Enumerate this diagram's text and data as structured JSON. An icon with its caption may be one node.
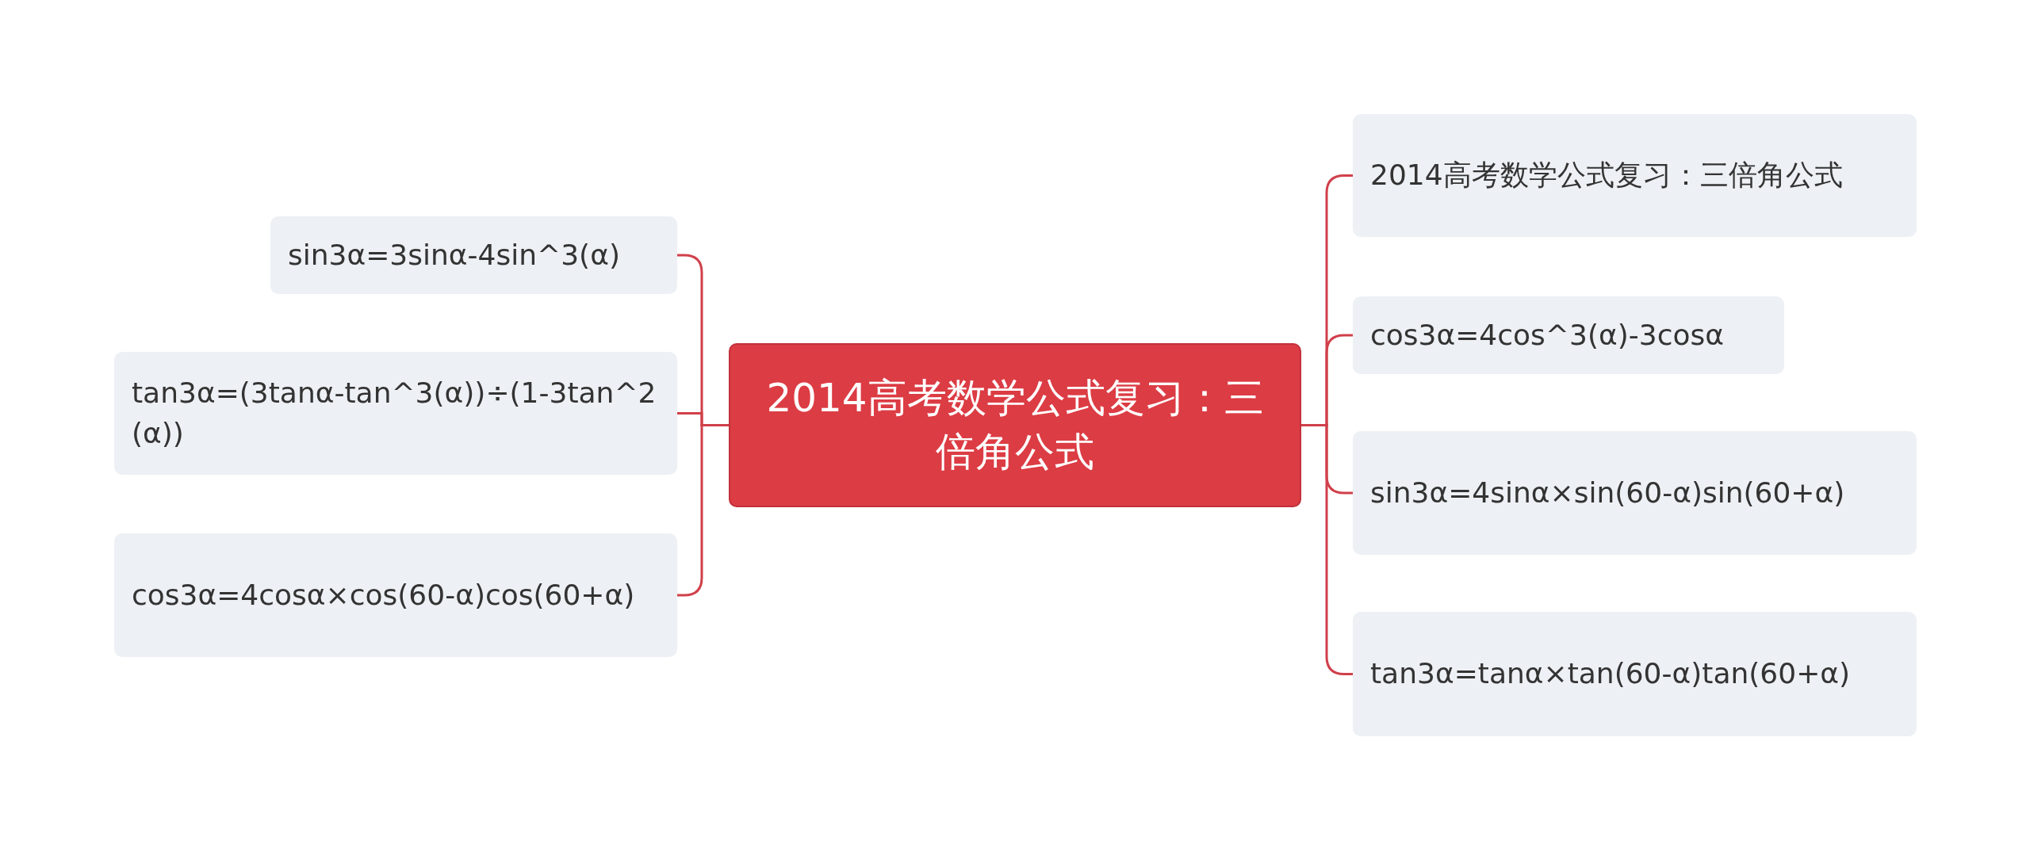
{
  "diagram": {
    "nodes": [
      {
        "text": [
          "2014高考数学公式复习：三倍角公式"
        ]
      },
      {
        "text": [
          "sin3α=3sinα-4sin^3(α)"
        ]
      },
      {
        "text": [
          "tan3α=(3tanα-tan^3(α))÷(1-3tan^2(α))"
        ]
      },
      {
        "text": [
          "cos3α=4cosα×cos(60-α)cos(60+α)"
        ]
      },
      {
        "text": [
          "2014高考数学公式复习：三倍角公式"
        ]
      },
      {
        "text": [
          "cos3α=4cos^3(α)-3cosα"
        ]
      },
      {
        "text": [
          "sin3α=4sinα×sin(60-α)sin(60+α)"
        ]
      },
      {
        "text": [
          "tan3α=tanα×tan(60-α)tan(60+α)"
        ]
      }
    ],
    "edges": [
      {
        "from": 0,
        "to": 1,
        "arrow": "none"
      },
      {
        "from": 0,
        "to": 2,
        "arrow": "none"
      },
      {
        "from": 0,
        "to": 3,
        "arrow": "none"
      },
      {
        "from": 0,
        "to": 4,
        "arrow": "none"
      },
      {
        "from": 0,
        "to": 5,
        "arrow": "none"
      },
      {
        "from": 0,
        "to": 6,
        "arrow": "none"
      },
      {
        "from": 0,
        "to": 7,
        "arrow": "none"
      }
    ]
  }
}
